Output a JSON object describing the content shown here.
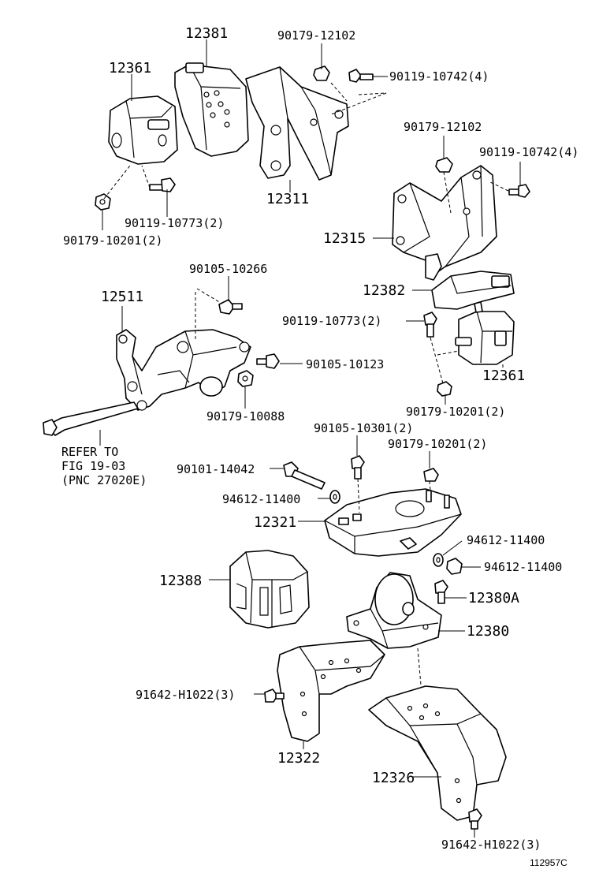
{
  "labels": {
    "p12381": "12381",
    "p90179_12102_a": "90179-12102",
    "p12361_a": "12361",
    "p90119_10742_a": "90119-10742(4)",
    "p12311": "12311",
    "p90119_10773_a": "90119-10773(2)",
    "p90179_10201_a": "90179-10201(2)",
    "p90179_12102_b": "90179-12102",
    "p90119_10742_b": "90119-10742(4)",
    "p12315": "12315",
    "p12382": "12382",
    "p90119_10773_b": "90119-10773(2)",
    "p12361_b": "12361",
    "p90179_10201_b": "90179-10201(2)",
    "p90105_10266": "90105-10266",
    "p12511": "12511",
    "p90105_10123": "90105-10123",
    "p90179_10088": "90179-10088",
    "refer1": "REFER TO",
    "refer2": "FIG 19-03",
    "refer3": "(PNC 27020E)",
    "p90105_10301": "90105-10301(2)",
    "p90179_10201_c": "90179-10201(2)",
    "p90101_14042": "90101-14042",
    "p94612_11400_a": "94612-11400",
    "p12321": "12321",
    "p94612_11400_b": "94612-11400",
    "p94612_11400_c": "94612-11400",
    "p12388": "12388",
    "p12380A": "12380A",
    "p12380": "12380",
    "p91642_H1022_a": "91642-H1022(3)",
    "p12322": "12322",
    "p12326": "12326",
    "p91642_H1022_b": "91642-H1022(3)",
    "figure_code": "112957C"
  }
}
